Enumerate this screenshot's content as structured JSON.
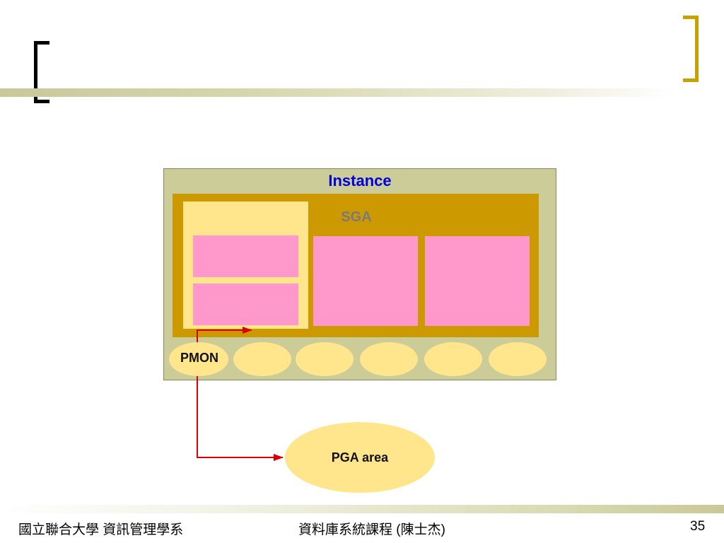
{
  "diagram": {
    "instance_label": "Instance",
    "sga_label": "SGA",
    "pmon_label": "PMON",
    "pga_label": "PGA area"
  },
  "footer": {
    "left": "國立聯合大學 資訊管理學系",
    "center": "資料庫系統課程 (陳士杰)",
    "page_number": "35"
  },
  "colors": {
    "instance_bg": "#cccc99",
    "sga_bg": "#cc9900",
    "memory_block": "#ff99cc",
    "process_oval": "#ffe68c",
    "instance_label": "#0000dd",
    "arrow": "#dd0000"
  }
}
